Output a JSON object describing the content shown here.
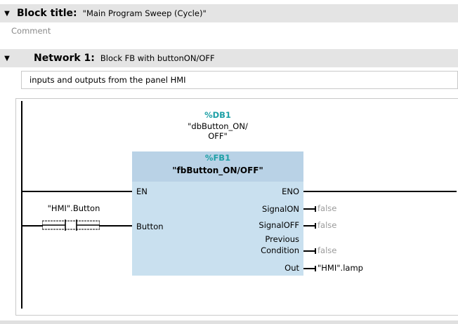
{
  "block": {
    "collapse_icon": "triangle-down-icon",
    "title_label": "Block title:",
    "title_value": "\"Main Program Sweep (Cycle)\"",
    "comment": "Comment"
  },
  "network": {
    "collapse_icon": "triangle-down-icon",
    "label": "Network 1:",
    "title": "Block FB with buttonON/OFF",
    "comment": "inputs and outputs from the panel HMI"
  },
  "instance_db": {
    "address": "%DB1",
    "name_line1": "\"dbButton_ON/",
    "name_line2": "OFF\""
  },
  "fb_box": {
    "address": "%FB1",
    "name": "\"fbButton_ON/OFF\"",
    "inputs": [
      "EN",
      "Button"
    ],
    "outputs": [
      "ENO",
      "SignalON",
      "SignalOFF",
      "Previous",
      "Condition",
      "Out"
    ]
  },
  "contact": {
    "label": "\"HMI\".Button"
  },
  "outputs": {
    "signal_on": "false",
    "signal_off": "false",
    "previous_condition": "false",
    "out": "\"HMI\".lamp"
  },
  "colors": {
    "address_teal": "#1ea0a6",
    "fb_fill": "#c9e0ef",
    "header_bar": "#e4e4e4"
  }
}
